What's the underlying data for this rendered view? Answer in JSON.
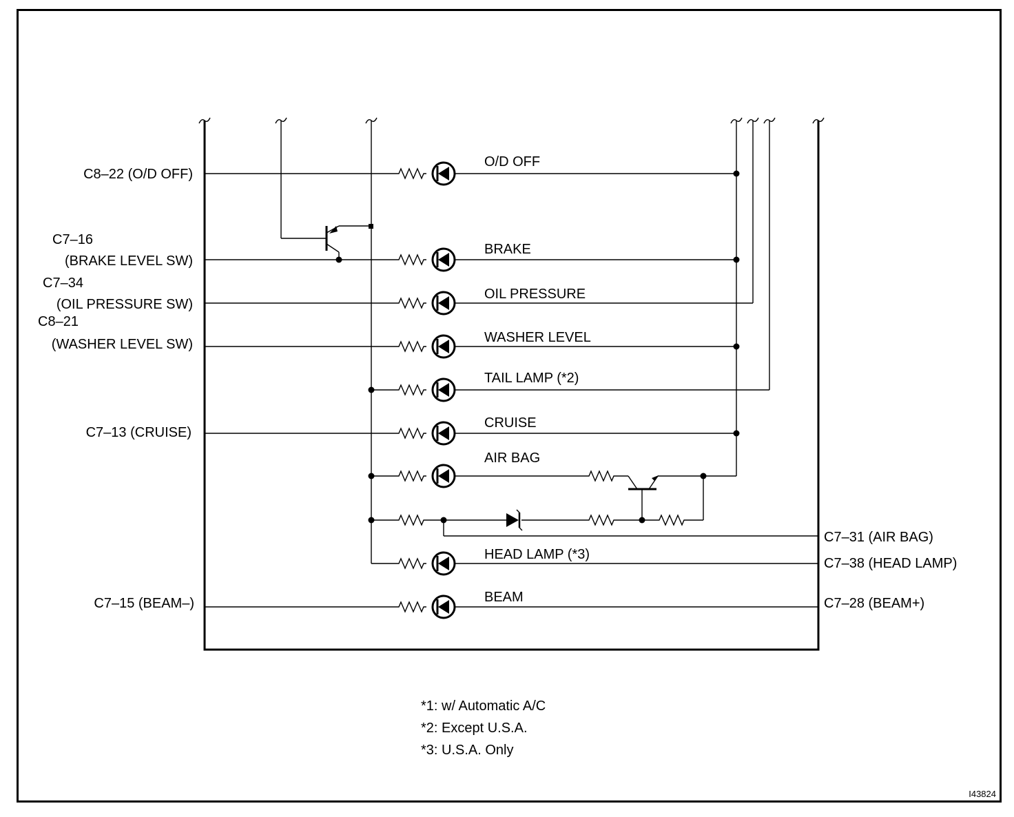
{
  "left_connectors": {
    "od_off": "C8–22 (O/D OFF)",
    "brake_1": "C7–16",
    "brake_2": "(BRAKE LEVEL SW)",
    "oil_1": "C7–34",
    "oil_2": "(OIL PRESSURE SW)",
    "washer_1": "C8–21",
    "washer_2": "(WASHER LEVEL SW)",
    "cruise": "C7–13 (CRUISE)",
    "beam": "C7–15 (BEAM–)"
  },
  "right_connectors": {
    "air_bag": "C7–31 (AIR BAG)",
    "head_lamp": "C7–38 (HEAD LAMP)",
    "beam": "C7–28 (BEAM+)"
  },
  "lamps": {
    "od_off": "O/D OFF",
    "brake": "BRAKE",
    "oil_pressure": "OIL PRESSURE",
    "washer_level": "WASHER LEVEL",
    "tail_lamp": "TAIL LAMP (*2)",
    "cruise": "CRUISE",
    "air_bag": "AIR BAG",
    "head_lamp": "HEAD LAMP (*3)",
    "beam": "BEAM"
  },
  "notes": [
    "*1: w/ Automatic A/C",
    "*2: Except U.S.A.",
    "*3: U.S.A. Only"
  ],
  "figure_id": "I43824"
}
